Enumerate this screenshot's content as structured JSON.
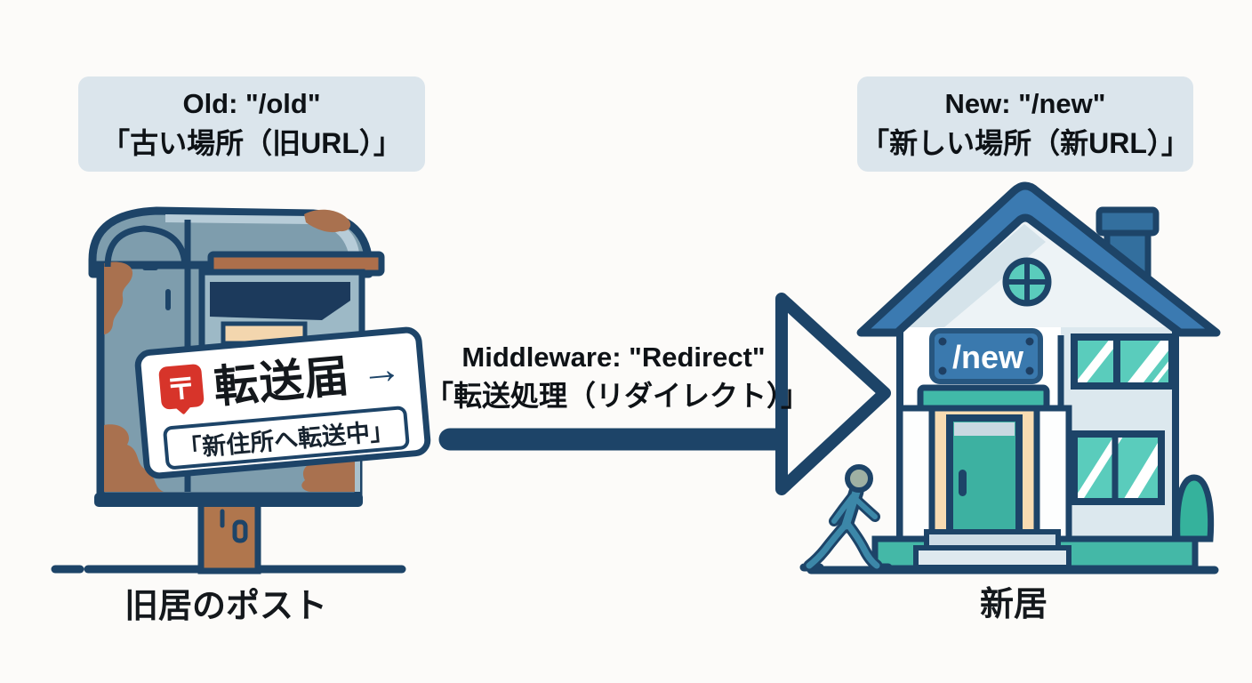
{
  "scene": {
    "old_label": {
      "line1": "Old: \"/old\"",
      "line2": "「古い場所（旧URL）」"
    },
    "new_label": {
      "line1": "New: \"/new\"",
      "line2": "「新しい場所（新URL）」"
    },
    "middleware_label": {
      "line1": "Middleware: \"Redirect\"",
      "line2": "「転送処理（リダイレクト）」"
    },
    "old_caption": "旧居のポスト",
    "new_caption": "新居",
    "forwarding_card": {
      "postal_mark": "〒",
      "title": "転送届",
      "arrow": "→",
      "subtitle": "「新住所へ転送中」"
    },
    "house_sign": "/new",
    "colors": {
      "outline_navy": "#1d4468",
      "roof_blue": "#3b7ab1",
      "sign_blue": "#3a79ae",
      "teal_accent": "#41b9a8",
      "door_teal": "#3db1a1",
      "glass_teal": "#5accbc",
      "mailbox_slate": "#7e9dad",
      "rust_brown": "#a9714f",
      "wood_brown": "#b0764d",
      "postal_red": "#d7342a",
      "label_bg": "#dbe5ec",
      "peach": "#f8dcb2"
    }
  }
}
